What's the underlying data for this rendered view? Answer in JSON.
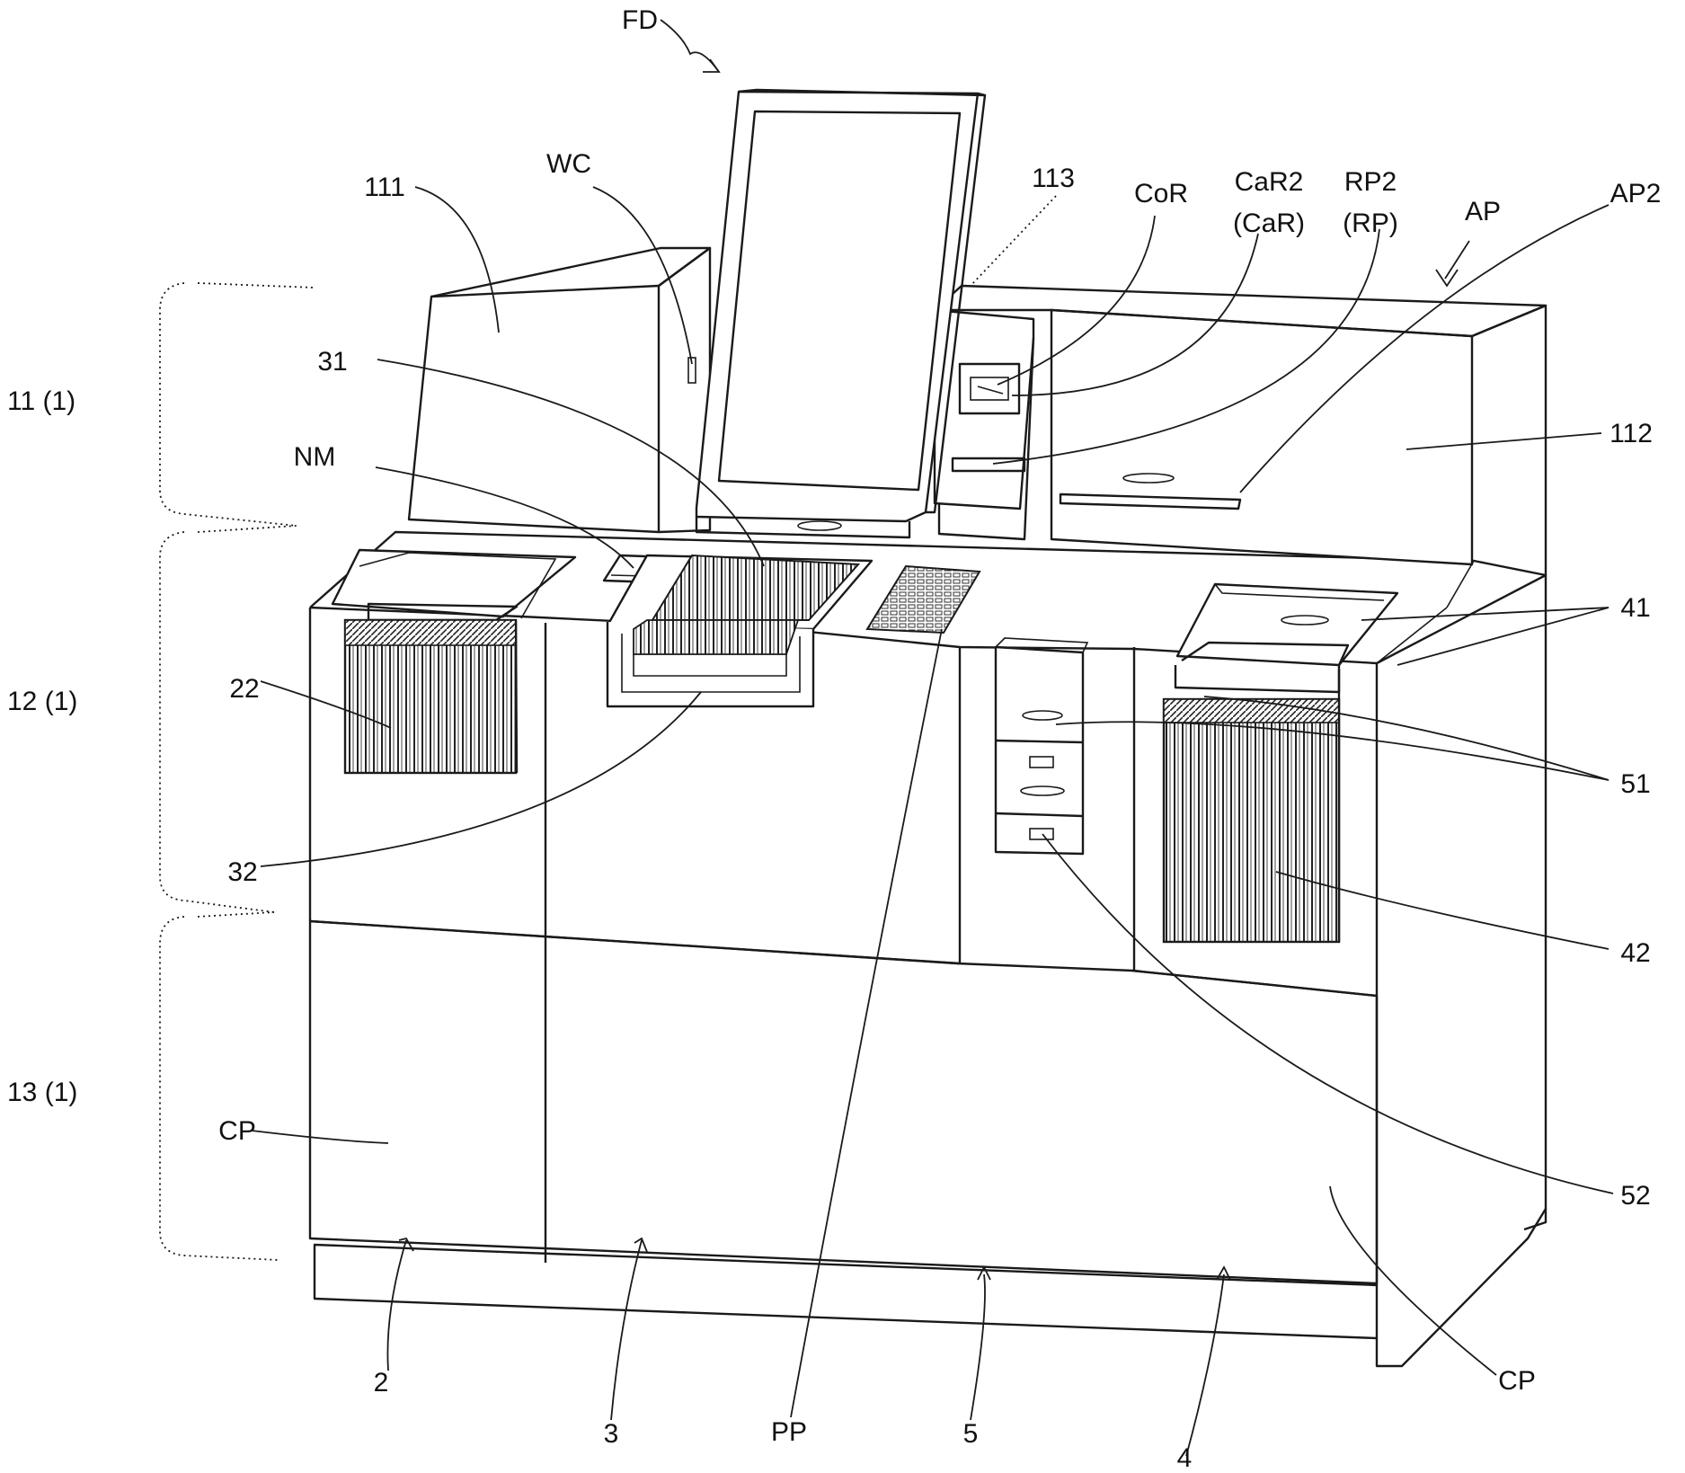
{
  "labels": {
    "fd": "FD",
    "n111": "111",
    "wc": "WC",
    "n113": "113",
    "cor": "CoR",
    "car2": "CaR2",
    "car": "(CaR)",
    "rp2": "RP2",
    "rp": "(RP)",
    "ap": "AP",
    "ap2": "AP2",
    "n31": "31",
    "nm": "NM",
    "n112": "112",
    "n41": "41",
    "n22": "22",
    "n51": "51",
    "n32": "32",
    "n42": "42",
    "cp_left": "CP",
    "n52": "52",
    "cp_right": "CP",
    "n2": "2",
    "n3": "3",
    "pp": "PP",
    "n5": "5",
    "n4": "4"
  },
  "brackets": {
    "b11": "11 (1)",
    "b12": "12 (1)",
    "b13": "13 (1)"
  }
}
